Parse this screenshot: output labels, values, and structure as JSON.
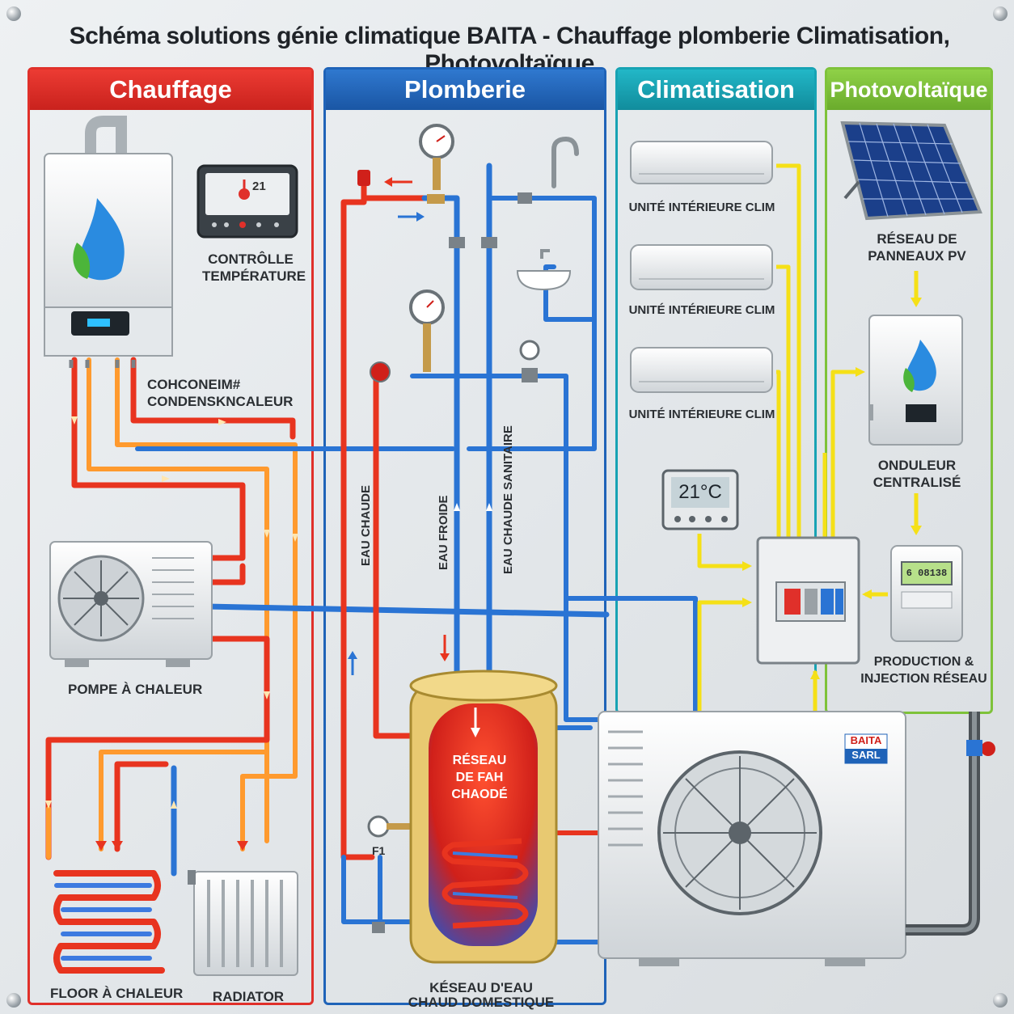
{
  "title": "Schéma solutions génie climatique BAITA -  Chauffage plomberie Climatisation, Photovoltaïque",
  "sections": {
    "chauffage": {
      "label": "Chauffage",
      "color": "#e0302a"
    },
    "plomberie": {
      "label": "Plomberie",
      "color": "#1f63b8"
    },
    "climatisation": {
      "label": "Climatisation",
      "color": "#17a3b4"
    },
    "photovoltaique": {
      "label": "Photovoltaïque",
      "color": "#7ec23a"
    }
  },
  "chauffage": {
    "controle_label_1": "CONTRÔLLE",
    "controle_label_2": "TEMPÉRATURE",
    "thermostat_value": "21",
    "chaudiere_label_1": "COHCONEIM#",
    "chaudiere_label_2": "CONDENSKNCALEUR",
    "pompe_label": "POMPE À CHALEUR",
    "floor_label": "FLOOR À CHALEUR",
    "radiator_label": "RADIATOR"
  },
  "plomberie": {
    "eau_chaude": "EAU CHAUDE",
    "eau_froide": "EAU FROIDE",
    "eau_sanitaire": "EAU CHAUDE SANITAIRE",
    "tank_label_1": "RÉSEAU",
    "tank_label_2": "DE FAH",
    "tank_label_3": "CHAODÉ",
    "gauge_label": "F1",
    "bottom_label_1": "KÉSEAU D'EAU",
    "bottom_label_2": "CHAUD DOMESTIQUE"
  },
  "climatisation": {
    "unit_1": "UNITÉ INTÉRIEURE CLIM",
    "unit_2": "UNITÉ INTÉRIEURE CLIM",
    "unit_3": "UNITÉ INTÉRIEURE CLIM",
    "thermostat_display": "21°C",
    "brand_1": "BAITA",
    "brand_2": "SARL"
  },
  "photovoltaique": {
    "panels_label_1": "RÉSEAU DE",
    "panels_label_2": "PANNEAUX PV",
    "onduleur_label_1": "ONDULEUR",
    "onduleur_label_2": "CENTRALISÉ",
    "meter_display": "6 08138",
    "production_label_1": "PRODUCTION &",
    "production_label_2": "INJECTION RÉSEAU"
  }
}
